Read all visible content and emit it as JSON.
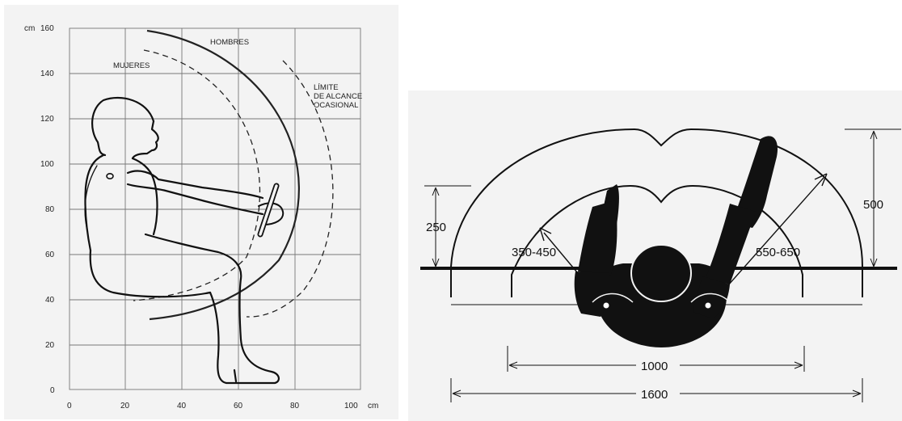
{
  "left_diagram": {
    "y_unit": "cm",
    "x_unit": "cm",
    "y_ticks": [
      "160",
      "140",
      "120",
      "100",
      "80",
      "60",
      "40",
      "20",
      "0"
    ],
    "x_ticks": [
      "0",
      "20",
      "40",
      "60",
      "80",
      "100"
    ],
    "x_range": [
      0,
      100
    ],
    "y_range": [
      0,
      160
    ],
    "labels": {
      "men": "HOMBRES",
      "women": "MUJERES",
      "limit_line1": "LÍMITE",
      "limit_line2": "DE ALCANCE",
      "limit_line3": "OCASIONAL"
    },
    "background_color": "#f3f3f3",
    "grid": true
  },
  "right_diagram": {
    "dim_height_outer": "500",
    "dim_height_inner": "250",
    "reach_inner": "350-450",
    "reach_outer": "550-650",
    "width_inner": "1000",
    "width_outer": "1600",
    "background_color": "#f3f3f3"
  }
}
